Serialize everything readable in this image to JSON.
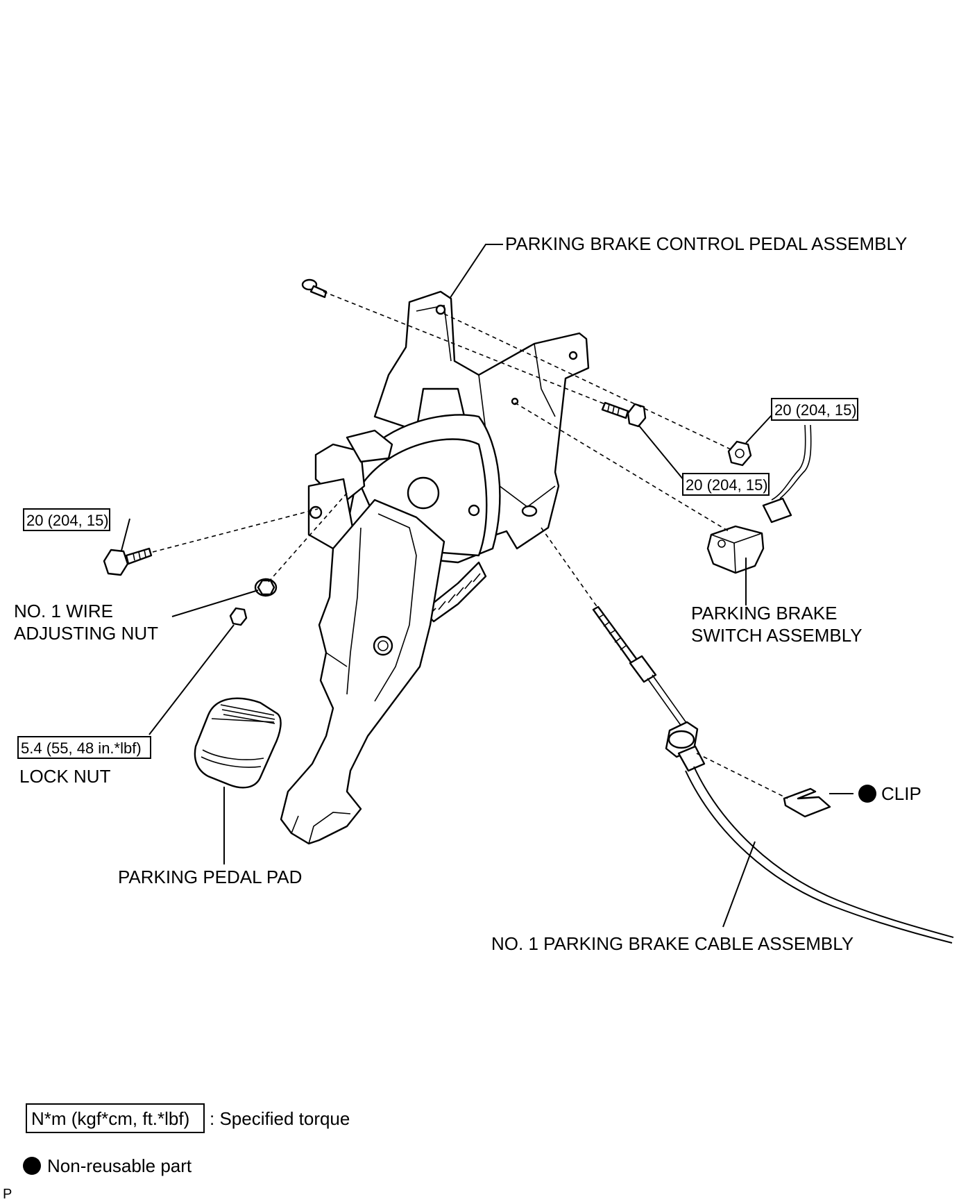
{
  "labels": {
    "pedal_assembly": "PARKING BRAKE CONTROL PEDAL ASSEMBLY",
    "wire_adjusting_nut_line1": "NO. 1 WIRE",
    "wire_adjusting_nut_line2": "ADJUSTING NUT",
    "switch_line1": "PARKING BRAKE",
    "switch_line2": "SWITCH ASSEMBLY",
    "lock_nut": "LOCK NUT",
    "clip": "CLIP",
    "pedal_pad": "PARKING PEDAL PAD",
    "cable_assembly": "NO. 1 PARKING BRAKE CABLE ASSEMBLY"
  },
  "torques": {
    "upper_right_nut": "20 (204, 15)",
    "center_bolt": "20 (204, 15)",
    "left_bolt": "20 (204, 15)",
    "lock_nut": "5.4 (55, 48 in.*lbf)"
  },
  "legend": {
    "torque_box": "N*m (kgf*cm, ft.*lbf)",
    "torque_desc": ": Specified torque",
    "nonreusable_desc": "Non-reusable part"
  },
  "corner_mark": "P"
}
